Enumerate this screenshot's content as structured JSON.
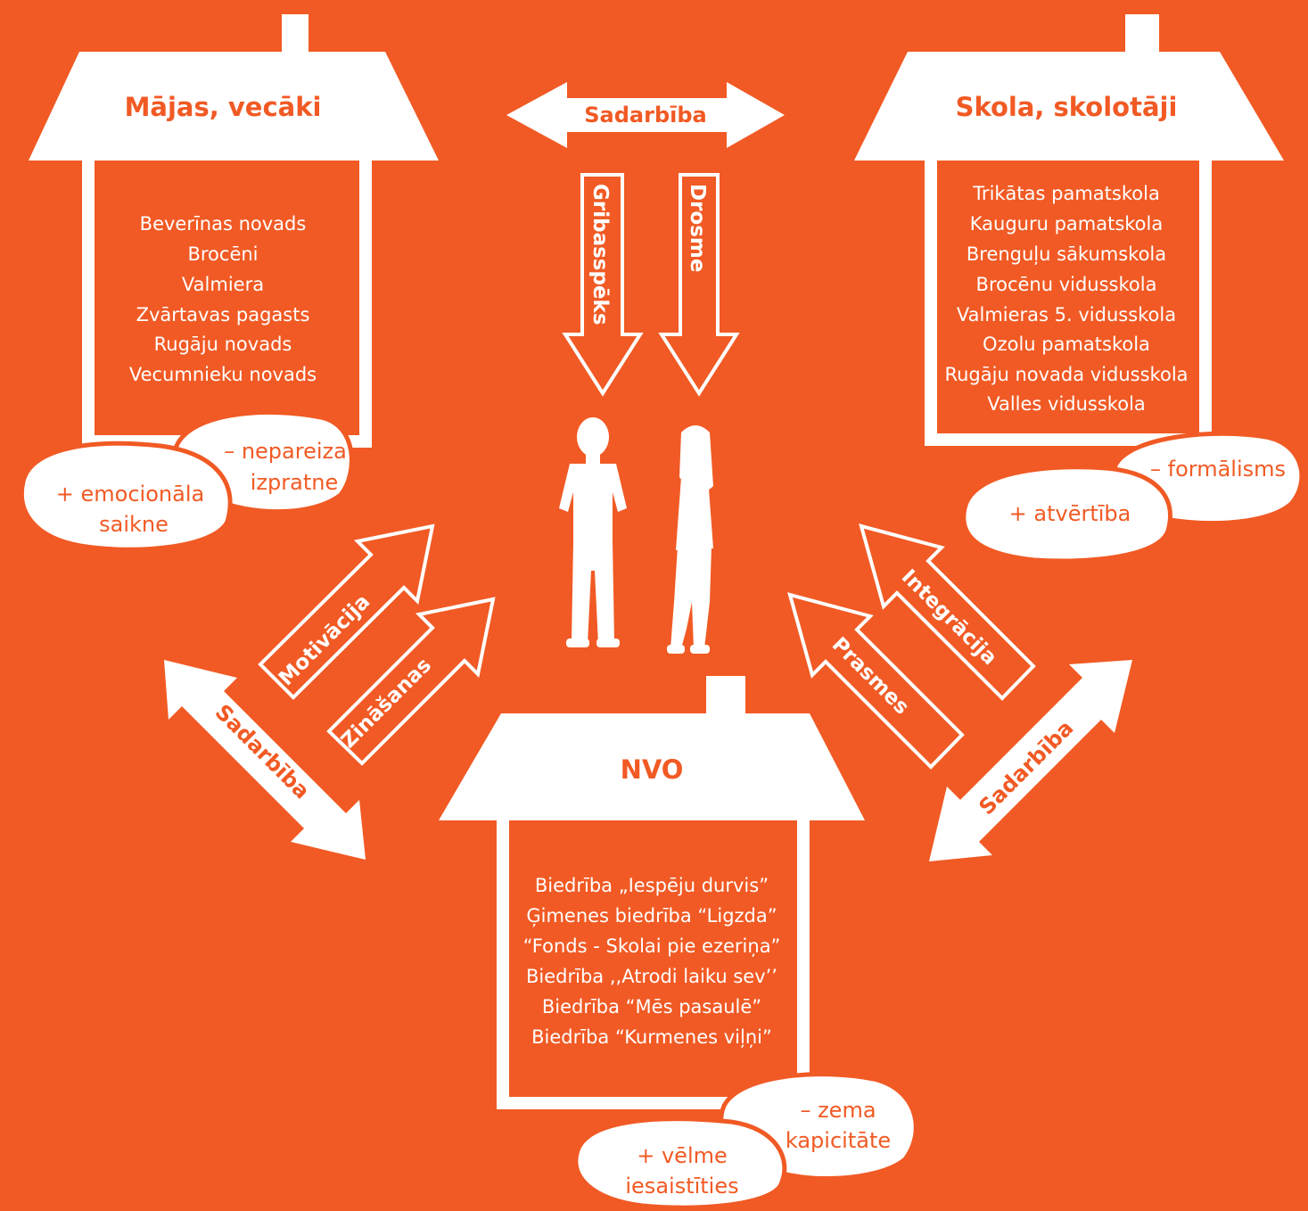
{
  "colors": {
    "background": "#F15A24",
    "foreground": "#FFFFFF"
  },
  "home": {
    "title": "Mājas, vecāki",
    "items": [
      "Beverīnas novads",
      "Brocēni",
      "Valmiera",
      "Zvārtavas pagasts",
      "Rugāju novads",
      "Vecumnieku novads"
    ],
    "minus": [
      "– nepareiza",
      "izpratne"
    ],
    "plus": [
      "+ emocionāla",
      "saikne"
    ]
  },
  "school": {
    "title": "Skola, skolotāji",
    "items": [
      "Trikātas pamatskola",
      "Kauguru pamatskola",
      "Brenguļu sākumskola",
      "Brocēnu vidusskola",
      "Valmieras 5. vidusskola",
      "Ozolu pamatskola",
      "Rugāju novada vidusskola",
      "Valles vidusskola"
    ],
    "minus": [
      "– formālisms"
    ],
    "plus": [
      "+ atvērtība"
    ]
  },
  "ngo": {
    "title": "NVO",
    "items": [
      "Biedrība „Iespēju durvis”",
      "Ģimenes biedrība “Ligzda”",
      "“Fonds - Skolai pie ezeriņa”",
      "Biedrība ,,Atrodi laiku sev’’",
      "Biedrība “Mēs pasaulē”",
      "Biedrība “Kurmenes viļņi”"
    ],
    "minus": [
      "– zema",
      "kapicitāte"
    ],
    "plus": [
      "+ vēlme",
      "iesaistīties"
    ]
  },
  "arrows": {
    "top_cooperation": "Sadarbība",
    "willpower": "Gribasspēks",
    "courage": "Drosme",
    "motivation": "Motivācija",
    "knowledge": "Zināšanas",
    "integration": "Integrācija",
    "skills": "Prasmes",
    "left_cooperation": "Sadarbība",
    "right_cooperation": "Sadarbība"
  }
}
